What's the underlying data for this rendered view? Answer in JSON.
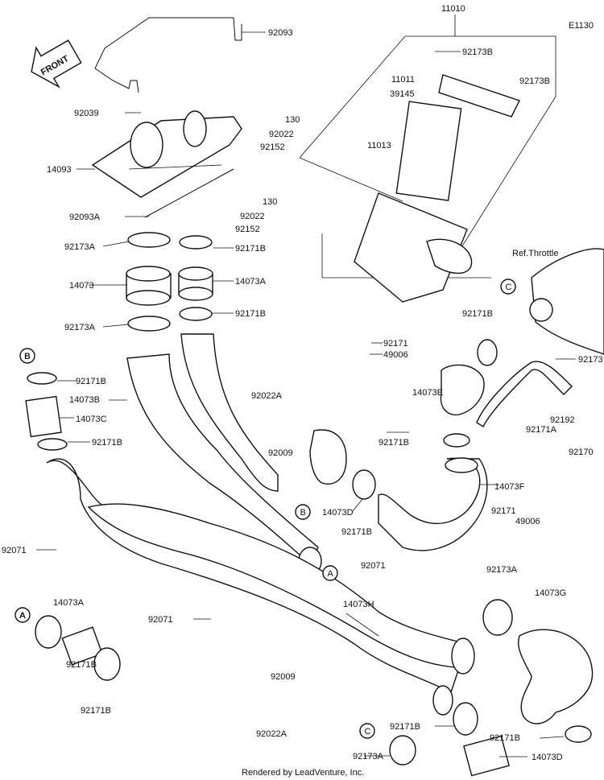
{
  "diagram_id": "E1130",
  "front_label": "FRONT",
  "ref_label": "Ref.Throttle",
  "footer": "Rendered by LeadVenture, Inc.",
  "callouts": [
    "A",
    "B",
    "C"
  ],
  "parts": [
    "11010",
    "92093",
    "92173B",
    "11011",
    "39145",
    "92173B",
    "92039",
    "130",
    "92022",
    "92152",
    "11013",
    "14093",
    "130",
    "92022",
    "92152",
    "92093A",
    "92173A",
    "92171B",
    "14073",
    "14073A",
    "92173A",
    "92171B",
    "92171",
    "49006",
    "92171B",
    "92173",
    "B",
    "92171B",
    "14073B",
    "14073E",
    "14073C",
    "92022A",
    "92192",
    "92171B",
    "92171B",
    "92171A",
    "92009",
    "92170",
    "14073F",
    "14073D",
    "92171B",
    "92071",
    "92171",
    "49006",
    "92071",
    "A",
    "92173A",
    "14073A",
    "14073G",
    "92071",
    "14073H",
    "92171B",
    "92171B",
    "92009",
    "92022A",
    "92171B",
    "92173A",
    "92171B",
    "14073D"
  ]
}
